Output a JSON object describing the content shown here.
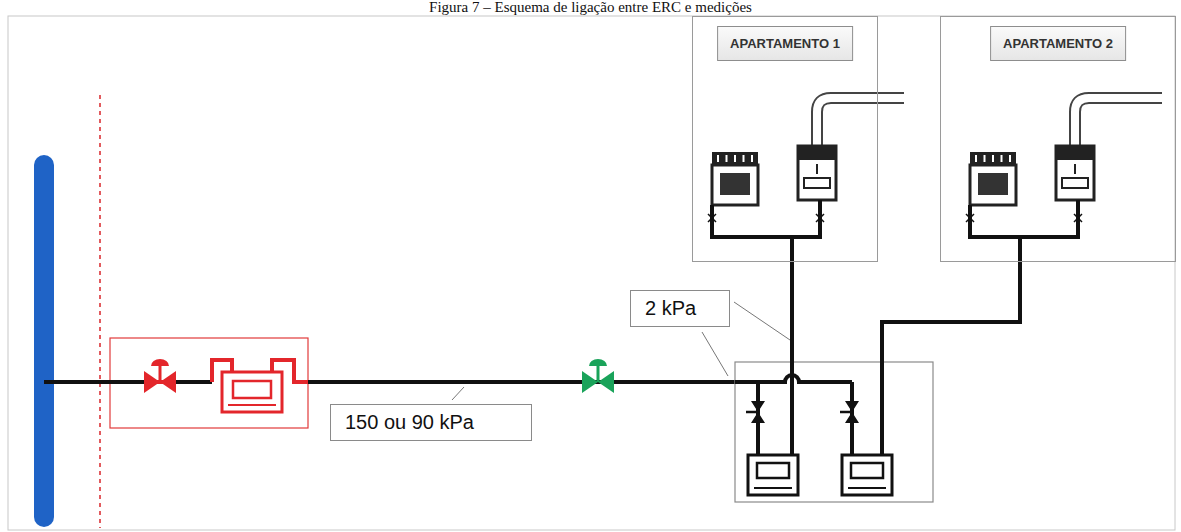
{
  "diagram": {
    "title": "Figura 7 – Esquema de ligação entre ERC e medições",
    "nodes": [
      {
        "text": [
          "APARTAMENTO 1"
        ]
      },
      {
        "text": [
          "APARTAMENTO 2"
        ]
      },
      {
        "text": [
          "2 kPa"
        ]
      },
      {
        "text": [
          "150 ou 90 kPa"
        ]
      }
    ]
  }
}
